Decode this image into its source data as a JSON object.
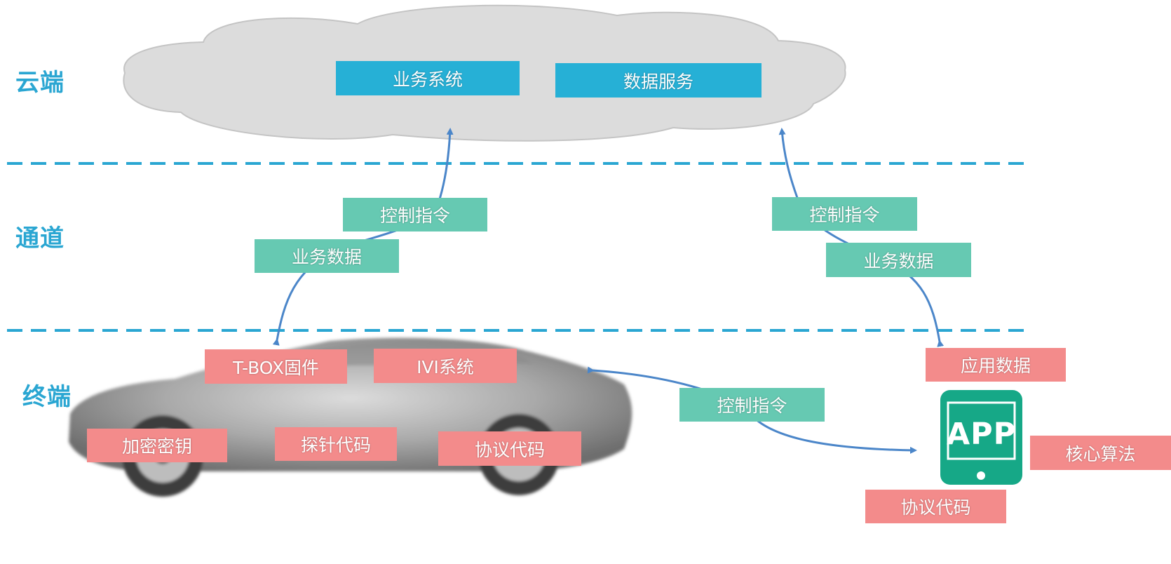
{
  "layers": {
    "cloud": "云端",
    "channel": "通道",
    "terminal": "终端"
  },
  "cloud": {
    "business_system": "业务系统",
    "data_service": "数据服务"
  },
  "channel": {
    "left_control": "控制指令",
    "left_business": "业务数据",
    "right_control": "控制指令",
    "right_business": "业务数据"
  },
  "car": {
    "tbox": "T-BOX固件",
    "ivi": "IVI系统",
    "encryption_key": "加密密钥",
    "probe_code": "探针代码",
    "protocol_code": "协议代码"
  },
  "link": {
    "control": "控制指令"
  },
  "app": {
    "icon_text": "APP",
    "app_data": "应用数据",
    "core_algorithm": "核心算法",
    "protocol_code": "协议代码"
  },
  "colors": {
    "layer_label": "#2aa6d2",
    "cloud_box": "#26b0d6",
    "data_box": "#66c9b2",
    "asset_box": "#f38b8b",
    "arrow": "#4b86c9",
    "app_green": "#16a887"
  }
}
